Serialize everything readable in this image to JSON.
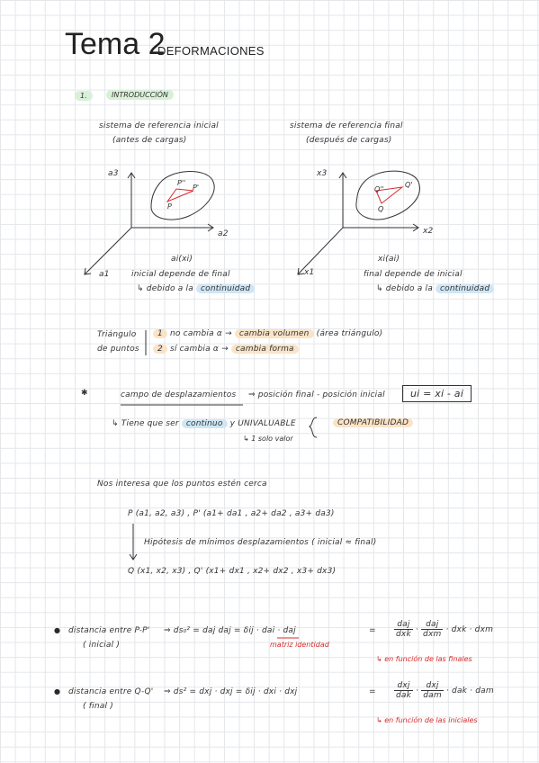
{
  "title": {
    "main": "Tema 2",
    "sub": "DEFORMACIONES"
  },
  "section1": {
    "number": "1.",
    "heading": "INTRODUCCIÓN"
  },
  "diagram_left": {
    "caption_line1": "sistema de referencia inicial",
    "caption_line2": "(antes de cargas)",
    "axis_a3": "a3",
    "axis_a2": "a2",
    "axis_a1": "a1",
    "point_p": "P",
    "point_p1": "P'",
    "point_p2": "P''",
    "coord_label": "ai(xi)",
    "note_line1": "inicial depende de final",
    "note_line2_prefix": "↳ debido a la",
    "note_line2_hl": "continuidad"
  },
  "diagram_right": {
    "caption_line1": "sistema de referencia final",
    "caption_line2": "(después de cargas)",
    "axis_x3": "x3",
    "axis_x2": "x2",
    "axis_x1": "x1",
    "point_q": "Q",
    "point_q1": "Q'",
    "point_q2": "Q''",
    "coord_label": "xi(ai)",
    "note_line1": "final depende de inicial",
    "note_line2_prefix": "↳ debido a la",
    "note_line2_hl": "continuidad"
  },
  "triangle": {
    "label_line1": "Triángulo",
    "label_line2": "de puntos",
    "row1_num": "1",
    "row1_text": "no cambia α →",
    "row1_hl": "cambia volumen",
    "row1_tail": "(área triángulo)",
    "row2_num": "2",
    "row2_text": "sí cambia α →",
    "row2_hl": "cambia forma"
  },
  "displacement": {
    "bullet": "✱",
    "term": "campo de desplazamientos",
    "arrow_text": "⇒ posición final - posición inicial",
    "formula": "ui = xi - ai",
    "note_prefix": "↳ Tiene que ser",
    "note_hl1": "continuo",
    "note_mid": "y UNIVALUABLE",
    "note_sub": "↳ 1 solo valor",
    "note_hl2": "COMPATIBILIDAD"
  },
  "interest": {
    "line": "Nos interesa que los puntos estén cerca",
    "p_coords": "P (a1, a2, a3)   ,   P' (a1+ da1 , a2+ da2 , a3+ da3)",
    "hypothesis": "Hipótesis de mínimos desplazamientos  ( inicial ≈ final)",
    "q_coords": "Q (x1, x2, x3)   ,   Q' (x1+ dx1 , x2+ dx2 , x3+ dx3)"
  },
  "dist1": {
    "label": "distancia entre P-P'",
    "sub": "( inicial )",
    "eq_left": "⇒  ds₀² = daj daj = δij · dai · daj",
    "matrix_note": "matriz identidad",
    "frac1_n": "daj",
    "frac1_d": "dxk",
    "frac2_n": "daj",
    "frac2_d": "dxm",
    "tail": "· dxk · dxm",
    "red_note": "↳ en función de las finales"
  },
  "dist2": {
    "label": "distancia entre Q-Q'",
    "sub": "( final )",
    "eq_left": "⇒  ds² = dxj · dxj = δij · dxi · dxj",
    "frac1_n": "dxj",
    "frac1_d": "dak",
    "frac2_n": "dxj",
    "frac2_d": "dam",
    "tail": "· dak · dam",
    "red_note": "↳ en función de las iniciales"
  }
}
